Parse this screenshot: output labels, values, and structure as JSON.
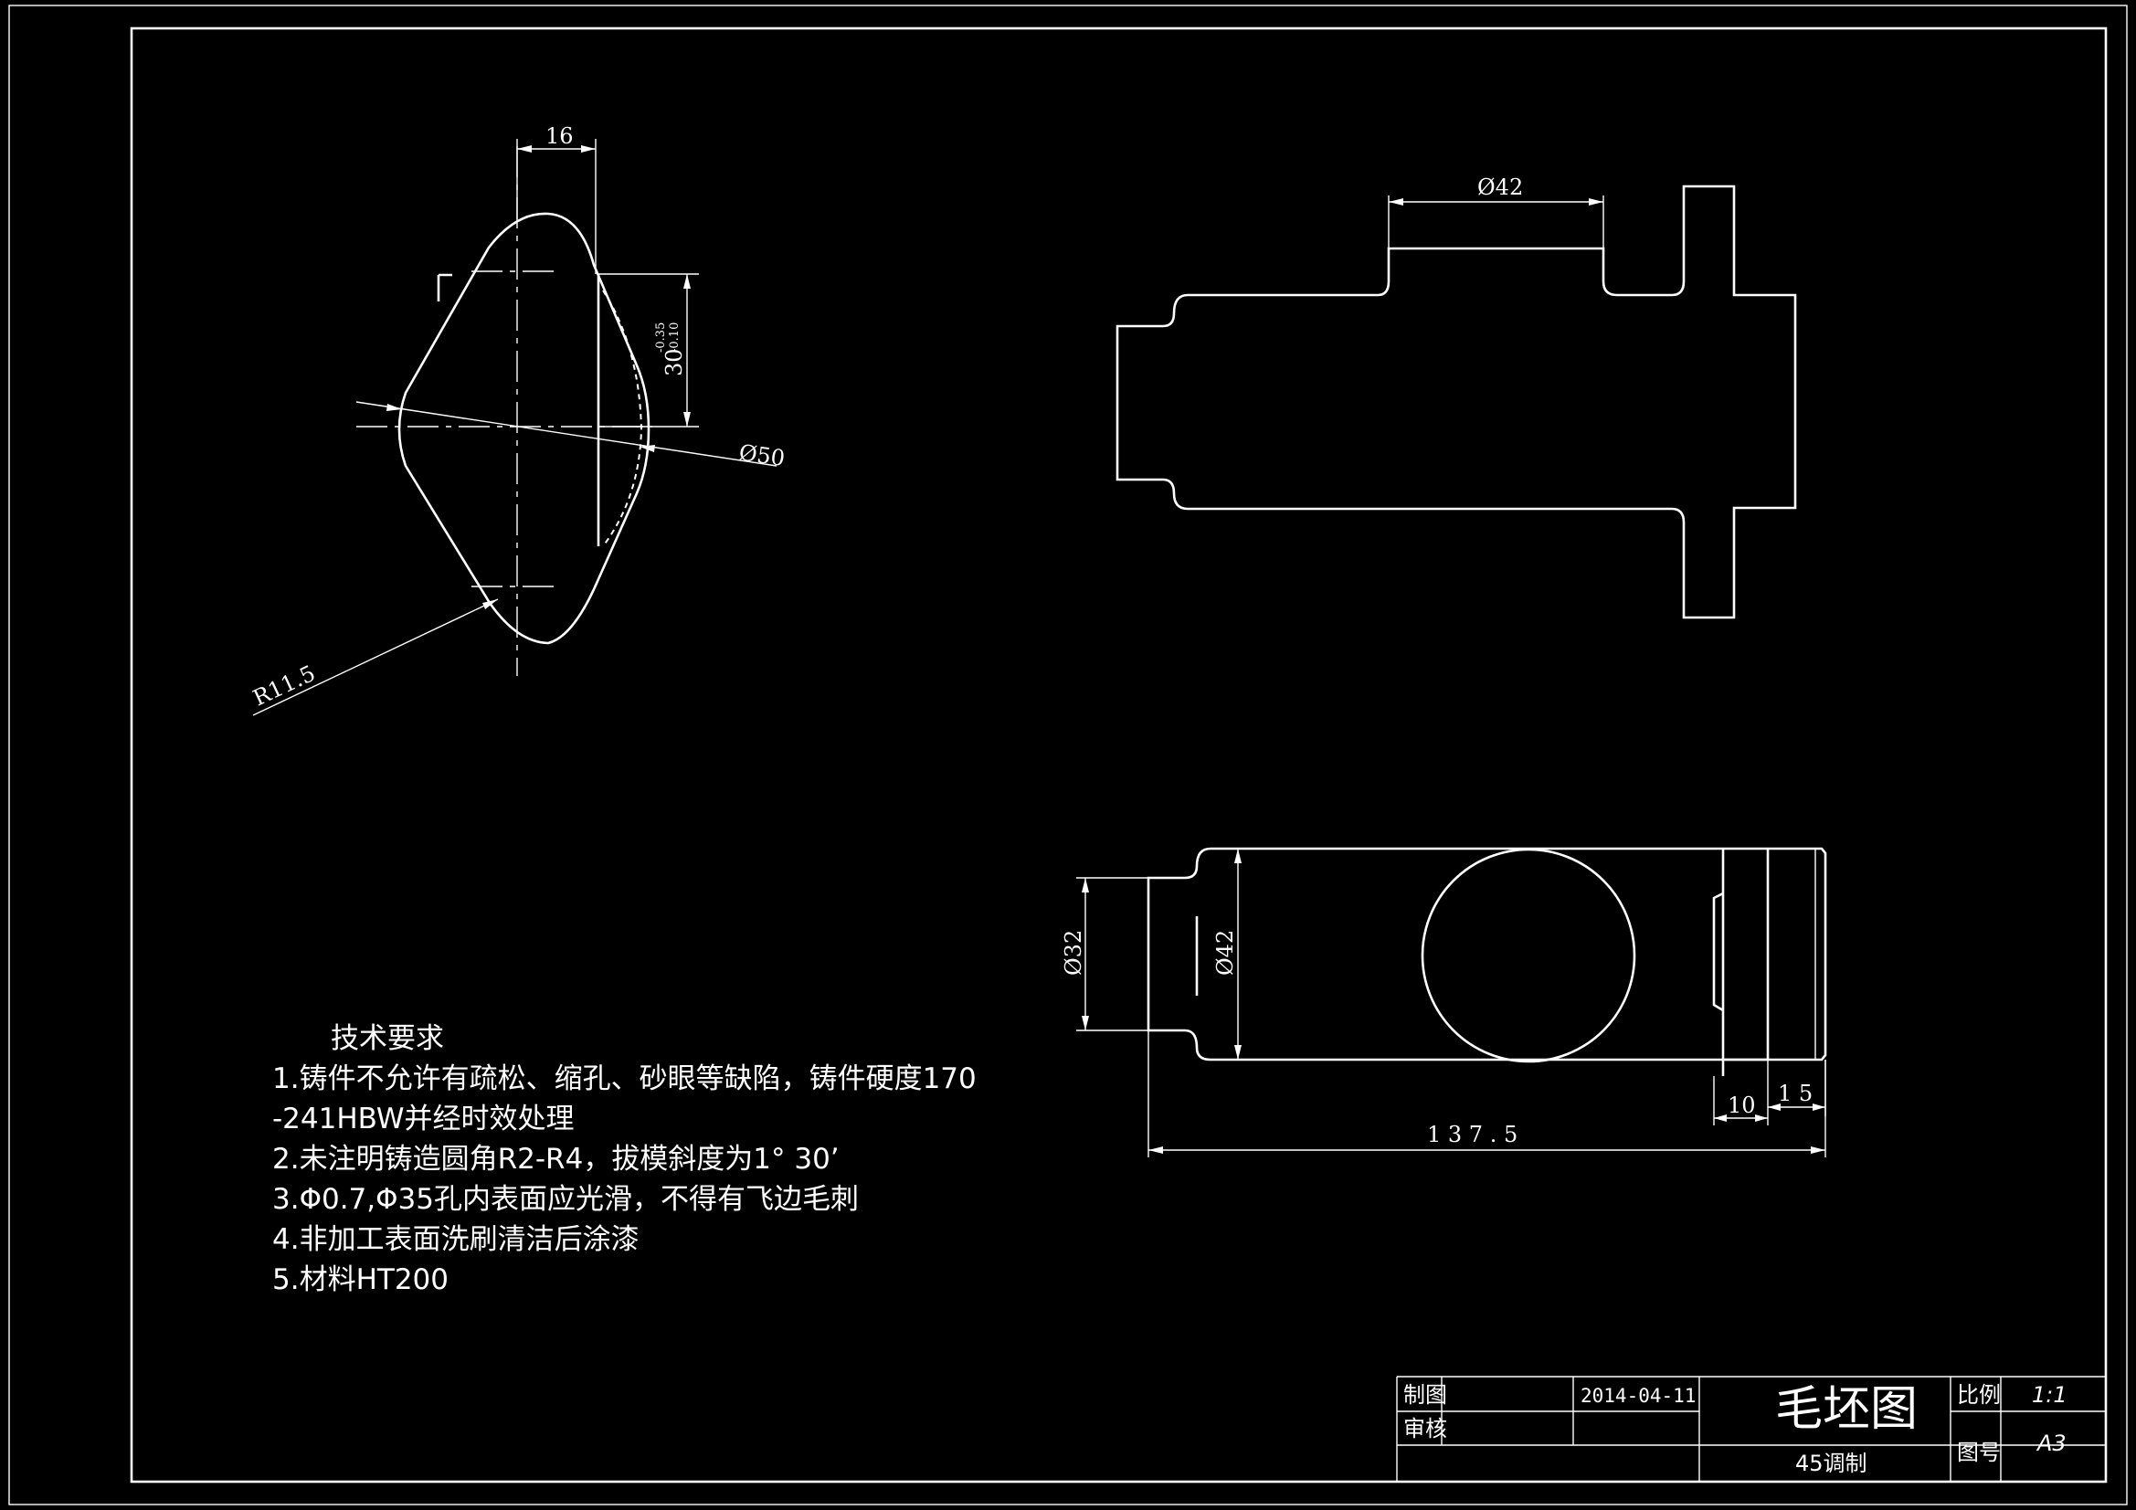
{
  "dims": {
    "width_16": "16",
    "thick_30": "30",
    "tol_upper": "-0.35",
    "tol_lower": "-0.10",
    "phi50": "Ø50",
    "r115": "R11.5",
    "phi42_top": "Ø42",
    "phi32": "Ø32",
    "phi42_bottom": "Ø42",
    "len_1375": "1 3 7 . 5",
    "len_10": "10",
    "len_15": "1 5"
  },
  "tech": {
    "title": "技术要求",
    "lines": [
      "1.铸件不允许有疏松、缩孔、砂眼等缺陷，铸件硬度170",
      "-241HBW并经时效处理",
      "2.未注明铸造圆角R2-R4，拔模斜度为1° 30’",
      "3.Φ0.7,Φ35孔内表面应光滑，不得有飞边毛刺",
      "4.非加工表面洗刷清洁后涂漆",
      "5.材料HT200"
    ]
  },
  "title_block": {
    "drawn_label": "制图",
    "checked_label": "审核",
    "date": "2014-04-11",
    "drawing_title": "毛坯图",
    "material": "45调制",
    "scale_label": "比例",
    "scale_value": "1:1",
    "number_label": "图号",
    "number_value": "A3"
  }
}
